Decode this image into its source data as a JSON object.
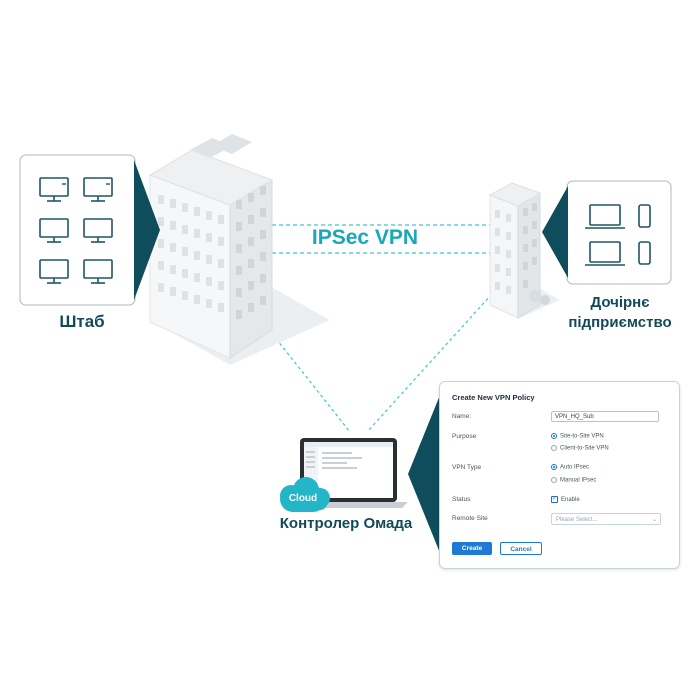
{
  "labels": {
    "headquarters": "Штаб",
    "branch": "Дочірнє підприємство",
    "controller": "Контролер Омада",
    "vpn": "IPSec VPN",
    "cloud_badge": "Cloud"
  },
  "policy_dialog": {
    "title": "Create New VPN Policy",
    "name_label": "Name:",
    "name_value": "VPN_HQ_Sub",
    "purpose_label": "Purpose",
    "purpose_options": [
      "Site-to-Site VPN",
      "Client-to-Site VPN"
    ],
    "purpose_selected": "Site-to-Site VPN",
    "vpn_type_label": "VPN Type",
    "vpn_type_options": [
      "Auto IPsec",
      "Manual IPsec"
    ],
    "vpn_type_selected": "Auto IPsec",
    "status_label": "Status",
    "status_option": "Enable",
    "status_checked": true,
    "remote_site_label": "Remote Site",
    "remote_site_placeholder": "Please Select...",
    "create_button": "Create",
    "cancel_button": "Cancel"
  },
  "colors": {
    "accent": "#1aa7b7",
    "label_dark": "#134a5a",
    "card_wedge": "#0f4d5c",
    "button_blue": "#1f7ad6"
  },
  "icons": {
    "hq_devices": "desktop-monitor-icon",
    "branch_devices": [
      "laptop-icon",
      "smartphone-icon"
    ],
    "controller": "laptop-icon",
    "cloud": "cloud-icon"
  }
}
